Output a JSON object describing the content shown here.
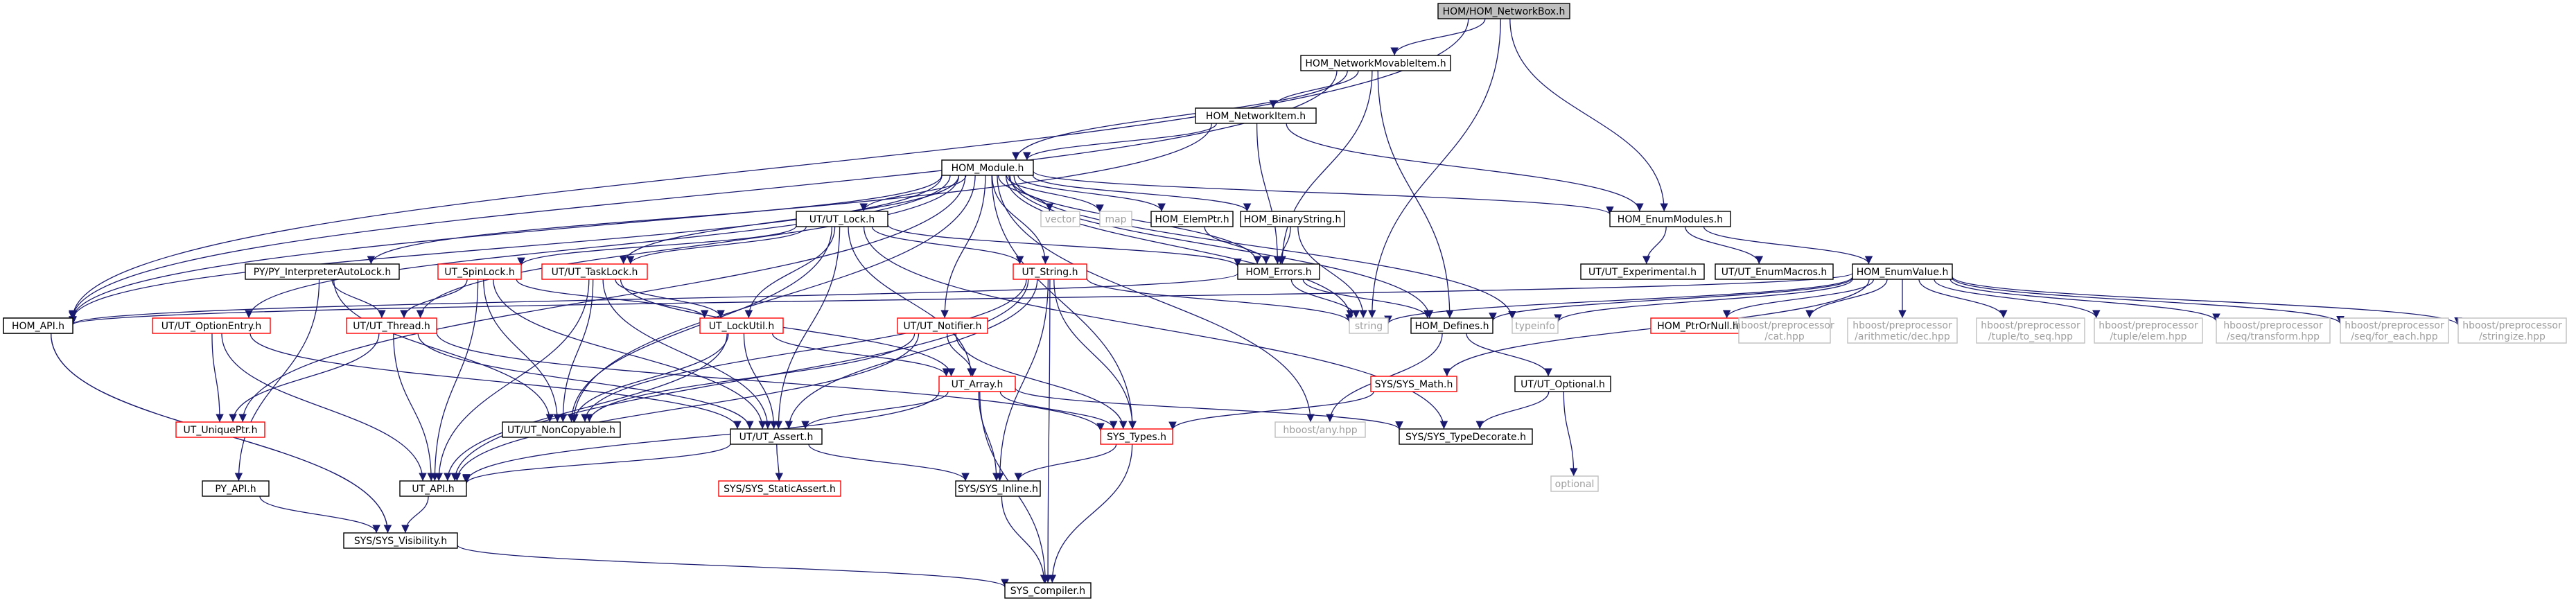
{
  "graph": {
    "nodes": [
      {
        "id": "networkbox",
        "lines": [
          "HOM/HOM_NetworkBox.h"
        ],
        "style": "root"
      },
      {
        "id": "movable",
        "lines": [
          "HOM_NetworkMovableItem.h"
        ],
        "style": "normal"
      },
      {
        "id": "netitem",
        "lines": [
          "HOM_NetworkItem.h"
        ],
        "style": "normal"
      },
      {
        "id": "module",
        "lines": [
          "HOM_Module.h"
        ],
        "style": "normal"
      },
      {
        "id": "homapi",
        "lines": [
          "HOM_API.h"
        ],
        "style": "normal"
      },
      {
        "id": "enummodules",
        "lines": [
          "HOM_EnumModules.h"
        ],
        "style": "normal"
      },
      {
        "id": "utlock",
        "lines": [
          "UT/UT_Lock.h"
        ],
        "style": "normal"
      },
      {
        "id": "vector",
        "lines": [
          "vector"
        ],
        "style": "gray"
      },
      {
        "id": "map",
        "lines": [
          "map"
        ],
        "style": "gray"
      },
      {
        "id": "elemptr",
        "lines": [
          "HOM_ElemPtr.h"
        ],
        "style": "normal"
      },
      {
        "id": "binstr",
        "lines": [
          "HOM_BinaryString.h"
        ],
        "style": "normal"
      },
      {
        "id": "pyauto",
        "lines": [
          "PY/PY_InterpreterAutoLock.h"
        ],
        "style": "normal"
      },
      {
        "id": "spinlock",
        "lines": [
          "UT_SpinLock.h"
        ],
        "style": "red"
      },
      {
        "id": "tasklock",
        "lines": [
          "UT/UT_TaskLock.h"
        ],
        "style": "red"
      },
      {
        "id": "utstring",
        "lines": [
          "UT_String.h"
        ],
        "style": "red"
      },
      {
        "id": "errors",
        "lines": [
          "HOM_Errors.h"
        ],
        "style": "normal"
      },
      {
        "id": "utexp",
        "lines": [
          "UT/UT_Experimental.h"
        ],
        "style": "normal"
      },
      {
        "id": "enummacros",
        "lines": [
          "UT/UT_EnumMacros.h"
        ],
        "style": "normal"
      },
      {
        "id": "enumvalue",
        "lines": [
          "HOM_EnumValue.h"
        ],
        "style": "normal"
      },
      {
        "id": "homapi2",
        "lines": [
          "HOM_API.h"
        ],
        "style": "normal"
      },
      {
        "id": "optentry",
        "lines": [
          "UT/UT_OptionEntry.h"
        ],
        "style": "red"
      },
      {
        "id": "utthread",
        "lines": [
          "UT/UT_Thread.h"
        ],
        "style": "red"
      },
      {
        "id": "lockutil",
        "lines": [
          "UT_LockUtil.h"
        ],
        "style": "red"
      },
      {
        "id": "notifier",
        "lines": [
          "UT/UT_Notifier.h"
        ],
        "style": "red"
      },
      {
        "id": "string",
        "lines": [
          "string"
        ],
        "style": "gray"
      },
      {
        "id": "defines",
        "lines": [
          "HOM_Defines.h"
        ],
        "style": "normal"
      },
      {
        "id": "typeinfo",
        "lines": [
          "typeinfo"
        ],
        "style": "gray"
      },
      {
        "id": "ptrornull",
        "lines": [
          "HOM_PtrOrNull.h"
        ],
        "style": "red"
      },
      {
        "id": "hcat",
        "lines": [
          "hboost/preprocessor",
          "/cat.hpp"
        ],
        "style": "gray"
      },
      {
        "id": "hdec",
        "lines": [
          "hboost/preprocessor",
          "/arithmetic/dec.hpp"
        ],
        "style": "gray"
      },
      {
        "id": "htoseq",
        "lines": [
          "hboost/preprocessor",
          "/tuple/to_seq.hpp"
        ],
        "style": "gray"
      },
      {
        "id": "helem",
        "lines": [
          "hboost/preprocessor",
          "/tuple/elem.hpp"
        ],
        "style": "gray"
      },
      {
        "id": "htrans",
        "lines": [
          "hboost/preprocessor",
          "/seq/transform.hpp"
        ],
        "style": "gray"
      },
      {
        "id": "hforeach",
        "lines": [
          "hboost/preprocessor",
          "/seq/for_each.hpp"
        ],
        "style": "gray"
      },
      {
        "id": "hstr",
        "lines": [
          "hboost/preprocessor",
          "/stringize.hpp"
        ],
        "style": "gray"
      },
      {
        "id": "uniqueptr",
        "lines": [
          "UT_UniquePtr.h"
        ],
        "style": "red"
      },
      {
        "id": "noncopy",
        "lines": [
          "UT/UT_NonCopyable.h"
        ],
        "style": "normal"
      },
      {
        "id": "utarray",
        "lines": [
          "UT_Array.h"
        ],
        "style": "red"
      },
      {
        "id": "hany",
        "lines": [
          "hboost/any.hpp"
        ],
        "style": "gray"
      },
      {
        "id": "sysmath",
        "lines": [
          "SYS/SYS_Math.h"
        ],
        "style": "red"
      },
      {
        "id": "optional",
        "lines": [
          "UT/UT_Optional.h"
        ],
        "style": "normal"
      },
      {
        "id": "utassert",
        "lines": [
          "UT/UT_Assert.h"
        ],
        "style": "normal"
      },
      {
        "id": "systypes",
        "lines": [
          "SYS_Types.h"
        ],
        "style": "red"
      },
      {
        "id": "typedecorate",
        "lines": [
          "SYS/SYS_TypeDecorate.h"
        ],
        "style": "normal"
      },
      {
        "id": "optionalstd",
        "lines": [
          "optional"
        ],
        "style": "gray"
      },
      {
        "id": "pyapi",
        "lines": [
          "PY_API.h"
        ],
        "style": "normal"
      },
      {
        "id": "utapi",
        "lines": [
          "UT_API.h"
        ],
        "style": "normal"
      },
      {
        "id": "staticassert",
        "lines": [
          "SYS/SYS_StaticAssert.h"
        ],
        "style": "red"
      },
      {
        "id": "inline",
        "lines": [
          "SYS/SYS_Inline.h"
        ],
        "style": "normal"
      },
      {
        "id": "visibility",
        "lines": [
          "SYS/SYS_Visibility.h"
        ],
        "style": "normal"
      },
      {
        "id": "compiler",
        "lines": [
          "SYS_Compiler.h"
        ],
        "style": "normal"
      }
    ],
    "edges": [
      [
        "networkbox",
        "movable"
      ],
      [
        "networkbox",
        "homapi"
      ],
      [
        "networkbox",
        "enummodules"
      ],
      [
        "networkbox",
        "string"
      ],
      [
        "movable",
        "netitem"
      ],
      [
        "movable",
        "module"
      ],
      [
        "movable",
        "homapi"
      ],
      [
        "movable",
        "errors"
      ],
      [
        "movable",
        "defines"
      ],
      [
        "netitem",
        "module"
      ],
      [
        "netitem",
        "homapi"
      ],
      [
        "netitem",
        "enummodules"
      ],
      [
        "netitem",
        "errors"
      ],
      [
        "module",
        "homapi"
      ],
      [
        "module",
        "enummodules"
      ],
      [
        "module",
        "utlock"
      ],
      [
        "module",
        "vector"
      ],
      [
        "module",
        "map"
      ],
      [
        "module",
        "elemptr"
      ],
      [
        "module",
        "binstr"
      ],
      [
        "module",
        "pyauto"
      ],
      [
        "module",
        "tasklock"
      ],
      [
        "module",
        "utstring"
      ],
      [
        "module",
        "errors"
      ],
      [
        "module",
        "optentry"
      ],
      [
        "module",
        "utthread"
      ],
      [
        "module",
        "notifier"
      ],
      [
        "module",
        "string"
      ],
      [
        "module",
        "defines"
      ],
      [
        "module",
        "typeinfo"
      ],
      [
        "module",
        "uniqueptr"
      ],
      [
        "module",
        "noncopy"
      ],
      [
        "module",
        "systypes"
      ],
      [
        "module",
        "hany"
      ],
      [
        "homapi",
        "visibility"
      ],
      [
        "enummodules",
        "utexp"
      ],
      [
        "enummodules",
        "enummacros"
      ],
      [
        "enummodules",
        "enumvalue"
      ],
      [
        "enumvalue",
        "homapi"
      ],
      [
        "enumvalue",
        "string"
      ],
      [
        "enumvalue",
        "defines"
      ],
      [
        "enumvalue",
        "typeinfo"
      ],
      [
        "enumvalue",
        "ptrornull"
      ],
      [
        "enumvalue",
        "hcat"
      ],
      [
        "enumvalue",
        "hdec"
      ],
      [
        "enumvalue",
        "htoseq"
      ],
      [
        "enumvalue",
        "helem"
      ],
      [
        "enumvalue",
        "htrans"
      ],
      [
        "enumvalue",
        "hforeach"
      ],
      [
        "enumvalue",
        "hstr"
      ],
      [
        "enumvalue",
        "sysmath"
      ],
      [
        "utlock",
        "spinlock"
      ],
      [
        "utlock",
        "tasklock"
      ],
      [
        "utlock",
        "lockutil"
      ],
      [
        "utlock",
        "utassert"
      ],
      [
        "utlock",
        "noncopy"
      ],
      [
        "utlock",
        "utstring"
      ],
      [
        "utlock",
        "utarray"
      ],
      [
        "utlock",
        "errors"
      ],
      [
        "utlock",
        "typedecorate"
      ],
      [
        "elemptr",
        "errors"
      ],
      [
        "binstr",
        "string"
      ],
      [
        "binstr",
        "errors"
      ],
      [
        "pyauto",
        "pyapi"
      ],
      [
        "pyauto",
        "utthread"
      ],
      [
        "pyauto",
        "noncopy"
      ],
      [
        "spinlock",
        "utthread"
      ],
      [
        "spinlock",
        "lockutil"
      ],
      [
        "spinlock",
        "utapi"
      ],
      [
        "spinlock",
        "noncopy"
      ],
      [
        "spinlock",
        "utassert"
      ],
      [
        "tasklock",
        "lockutil"
      ],
      [
        "tasklock",
        "utapi"
      ],
      [
        "tasklock",
        "noncopy"
      ],
      [
        "tasklock",
        "utassert"
      ],
      [
        "tasklock",
        "utarray"
      ],
      [
        "utstring",
        "string"
      ],
      [
        "utstring",
        "systypes"
      ],
      [
        "utstring",
        "utapi"
      ],
      [
        "utstring",
        "utassert"
      ],
      [
        "utstring",
        "inline"
      ],
      [
        "utstring",
        "compiler"
      ],
      [
        "utstring",
        "noncopy"
      ],
      [
        "errors",
        "homapi2"
      ],
      [
        "errors",
        "string"
      ],
      [
        "errors",
        "defines"
      ],
      [
        "defines",
        "hany"
      ],
      [
        "defines",
        "optional"
      ],
      [
        "optentry",
        "utapi"
      ],
      [
        "optentry",
        "uniqueptr"
      ],
      [
        "optentry",
        "utassert"
      ],
      [
        "utthread",
        "utapi"
      ],
      [
        "utthread",
        "uniqueptr"
      ],
      [
        "utthread",
        "utassert"
      ],
      [
        "utthread",
        "systypes"
      ],
      [
        "lockutil",
        "utassert"
      ],
      [
        "lockutil",
        "noncopy"
      ],
      [
        "lockutil",
        "utapi"
      ],
      [
        "lockutil",
        "utarray"
      ],
      [
        "notifier",
        "utarray"
      ],
      [
        "notifier",
        "utapi"
      ],
      [
        "notifier",
        "systypes"
      ],
      [
        "notifier",
        "noncopy"
      ],
      [
        "utarray",
        "utassert"
      ],
      [
        "utarray",
        "systypes"
      ],
      [
        "utarray",
        "inline"
      ],
      [
        "utarray",
        "compiler"
      ],
      [
        "utarray",
        "typedecorate"
      ],
      [
        "utarray",
        "utapi"
      ],
      [
        "sysmath",
        "systypes"
      ],
      [
        "optional",
        "typedecorate"
      ],
      [
        "optional",
        "optionalstd"
      ],
      [
        "utassert",
        "utapi"
      ],
      [
        "utassert",
        "staticassert"
      ],
      [
        "utassert",
        "inline"
      ],
      [
        "systypes",
        "inline"
      ],
      [
        "systypes",
        "compiler"
      ],
      [
        "pyapi",
        "visibility"
      ],
      [
        "utapi",
        "visibility"
      ],
      [
        "inline",
        "compiler"
      ],
      [
        "visibility",
        "compiler"
      ],
      [
        "homapi2",
        "visibility"
      ]
    ]
  },
  "colors": {
    "normal_border": "#000000",
    "red_border": "#ff0000",
    "gray_border": "#bfbfbf",
    "gray_text": "#9e9e9e",
    "root_fill": "#bfbfbf",
    "edge": "#191970"
  }
}
